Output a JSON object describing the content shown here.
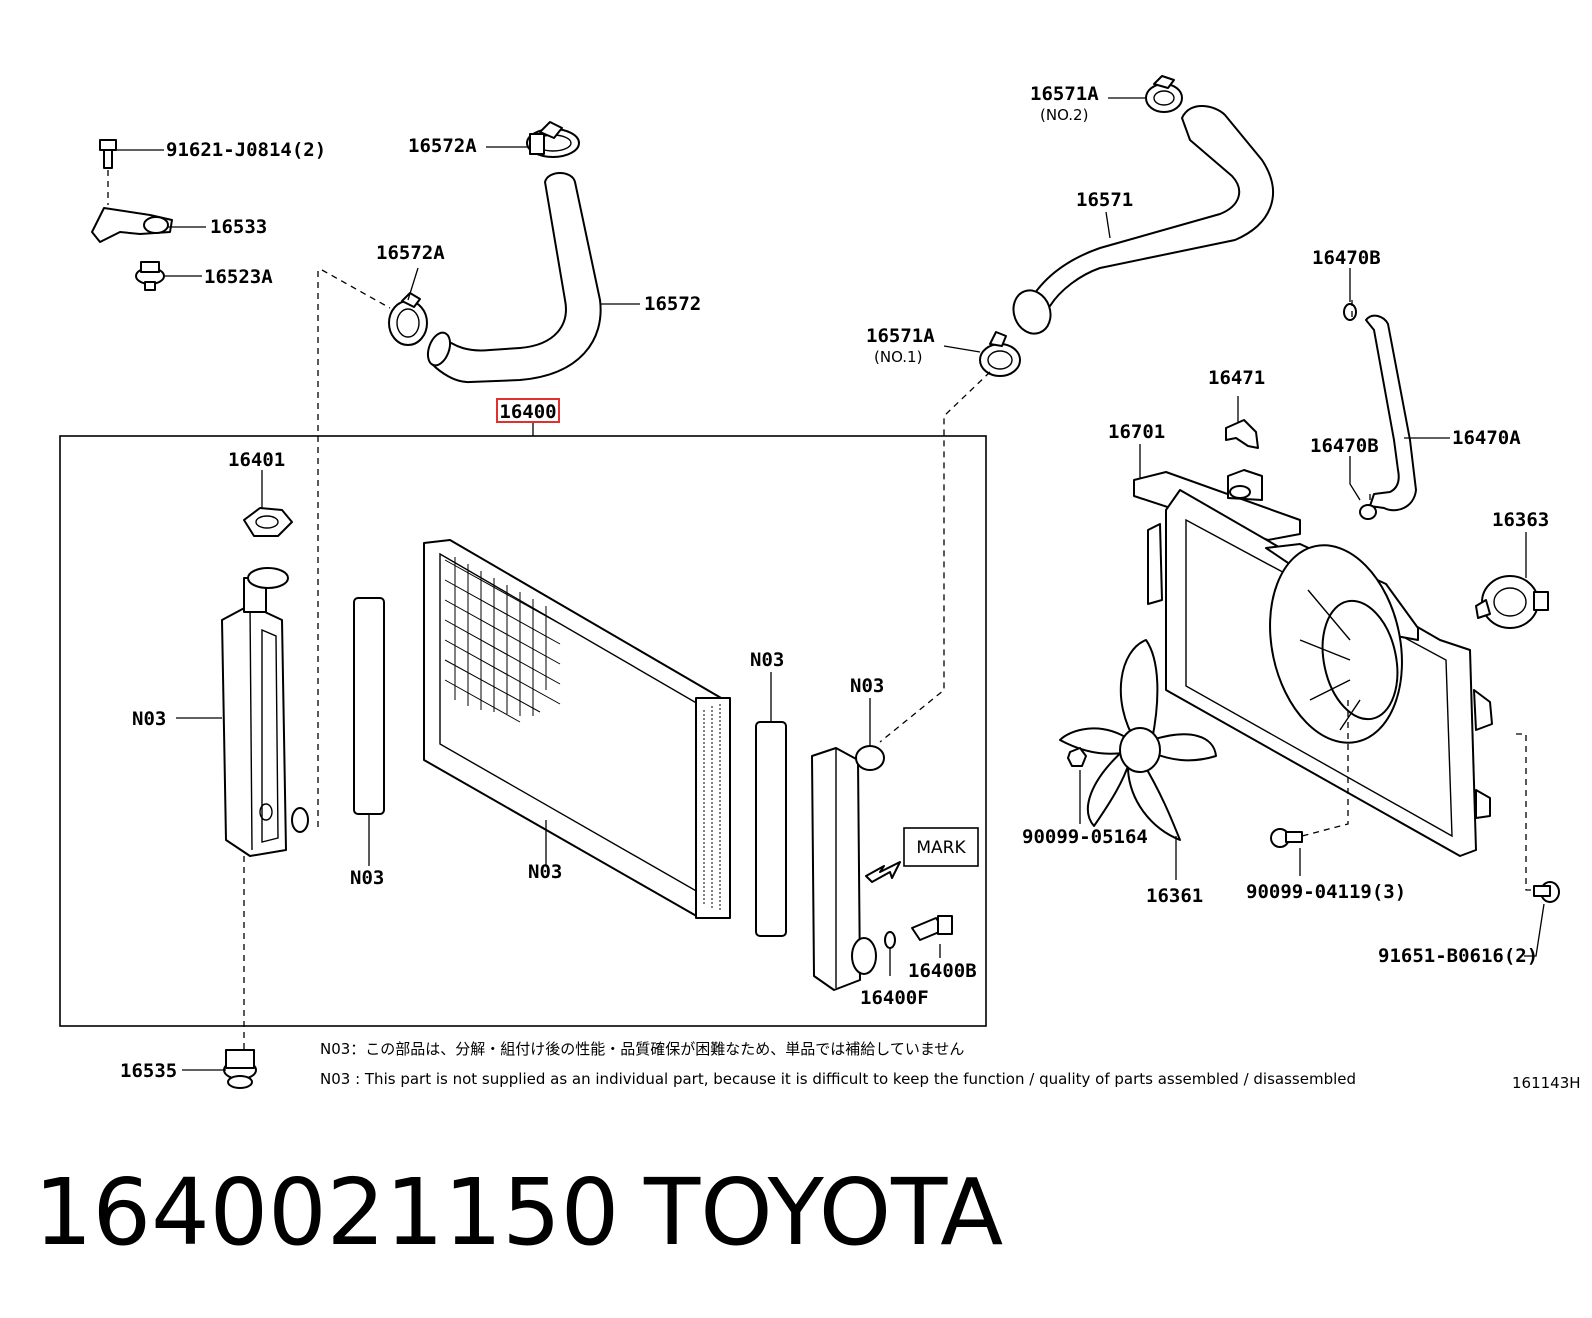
{
  "labels": {
    "bolt_91621": "91621-J0814(2)",
    "bracket_16533": "16533",
    "cushion_16523a": "16523A",
    "clamp_16572a_upper": "16572A",
    "clamp_16572a_lower": "16572A",
    "hose_16572": "16572",
    "radiator_assy": "16400",
    "cap_16401": "16401",
    "tank_left_n03": "N03",
    "seal_left_n03": "N03",
    "core_n03": "N03",
    "seal_right_n03": "N03",
    "tank_right_n03": "N03",
    "drain_16400b": "16400B",
    "oring_16400f": "16400F",
    "cushion_16535": "16535",
    "clamp_16571a_no2": "16571A",
    "clamp_16571a_no2_sub": "(NO.2)",
    "hose_16571": "16571",
    "clamp_16571a_no1": "16571A",
    "clamp_16571a_no1_sub": "(NO.1)",
    "clip_16470b_upper": "16470B",
    "clip_16470b_lower": "16470B",
    "hose_16470a": "16470A",
    "bracket_16471": "16471",
    "shroud_16701": "16701",
    "motor_16363": "16363",
    "nut_90099_05164": "90099-05164",
    "fan_16361": "16361",
    "bolt_90099_04119": "90099-04119(3)",
    "bolt_91651": "91651-B0616(2)",
    "mark_box": "MARK"
  },
  "notes": {
    "jp": "N03：この部品は、分解・組付け後の性能・品質確保が困難なため、単品では補給していません",
    "en": "N03 : This part is not supplied as an individual part, because it is difficult to keep the function / quality of parts assembled / disassembled"
  },
  "diagram_ref": "161143H",
  "footer": {
    "part_number": "1640021150",
    "brand": "TOYOTA"
  },
  "highlight_color": "#e03030"
}
